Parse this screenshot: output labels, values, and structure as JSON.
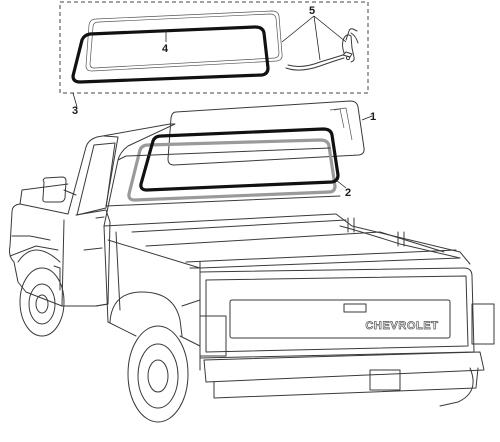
{
  "diagram": {
    "callouts": [
      {
        "id": "c1",
        "label": "1"
      },
      {
        "id": "c2",
        "label": "2"
      },
      {
        "id": "c3",
        "label": "3"
      },
      {
        "id": "c4",
        "label": "4"
      },
      {
        "id": "c5",
        "label": "5"
      }
    ],
    "tailgate_brand": "CHEVROLET",
    "colors": {
      "seal_black": "#111111",
      "seal_gray": "#9a9a9a",
      "outline": "#3a3a3a",
      "inset_border": "#444444"
    }
  }
}
